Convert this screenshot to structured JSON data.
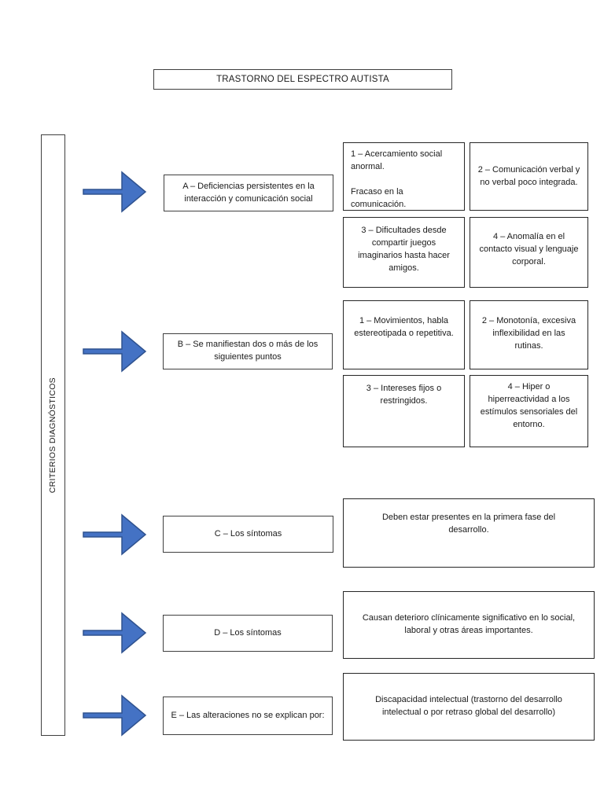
{
  "title": "TRASTORNO DEL ESPECTRO AUTISTA",
  "sidebar": {
    "label": "CRITERIOS DIAGNÓSTICOS"
  },
  "colors": {
    "arrow_fill": "#4472C4",
    "arrow_stroke": "#2F528F",
    "box_border": "#3f3f3f"
  },
  "criteria": [
    {
      "id": "A",
      "label": "A – Deficiencias persistentes en la interacción y comunicación social",
      "items": [
        "1 – Acercamiento social anormal.\n\nFracaso en la comunicación.",
        "2 – Comunicación verbal y no verbal poco integrada.",
        "3 – Dificultades desde compartir juegos imaginarios hasta hacer amigos.",
        "4 – Anomalía en el contacto visual y lenguaje corporal."
      ]
    },
    {
      "id": "B",
      "label": "B – Se manifiestan dos o más de los siguientes puntos",
      "items": [
        "1 – Movimientos, habla estereotipada o repetitiva.",
        "2 – Monotonía, excesiva inflexibilidad en las rutinas.",
        "3 – Intereses fijos o restringidos.",
        "4 – Hiper o hiperreactividad a los estímulos sensoriales del entorno."
      ]
    },
    {
      "id": "C",
      "label": "C – Los síntomas",
      "result": "Deben estar presentes en la primera fase del desarrollo."
    },
    {
      "id": "D",
      "label": "D – Los síntomas",
      "result": "Causan deterioro clínicamente significativo en lo social, laboral y otras áreas importantes."
    },
    {
      "id": "E",
      "label": "E – Las alteraciones no se explican por:",
      "result": "Discapacidad intelectual (trastorno del desarrollo intelectual o por retraso global del desarrollo)"
    }
  ]
}
